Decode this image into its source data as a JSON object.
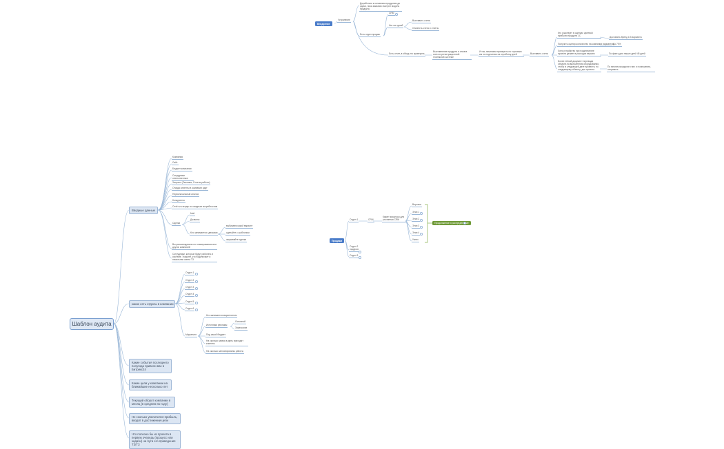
{
  "root": {
    "title": "Шаблон аудита"
  },
  "introduction": {
    "label": "Вводные данные",
    "items": [
      "Компания",
      "Сайт",
      "Бюджет компании",
      "Сотрудники ответственные",
      "Затраты (Реклама, Отчеты работы)",
      "Откуда клиенты в компании идут",
      "Первоначальный анализ",
      "Конкуренты",
      "Отчёт и стенды по сводным потребностям"
    ],
    "sales": {
      "label": "Сделки",
      "sub": [
        "Mail",
        "Дозвоны",
        "Кто занимается сделками"
      ],
      "cases": [
        "выбираем какой вариант",
        "сделайте с шаблоном",
        "закрывайте сделки"
      ]
    },
    "tail": [
      "Вы рекомендовали по планированию или других компаний",
      "Сотрудники, которые будут работать в системе. Укажите, кто подключает и начальная смета ТЗ"
    ]
  },
  "departments": {
    "label": "какие есть отделы в компании",
    "items": [
      "Отдел 1",
      "Отдел 2",
      "Отдел 3",
      "Отдел 4",
      "Отдел 5",
      "Отдел 6"
    ],
    "marketing": {
      "label": "Маркетинг",
      "items": [
        "Кто занимается маркетингом",
        "Источники рекламы",
        "Под какой бюджет",
        "На сколько заявок в день приходят клиенты",
        "На сколько запланированы работы"
      ],
      "sources": [
        "Основной",
        "Заказчиков"
      ]
    }
  },
  "questions": [
    "Какие события последнего полугода привели вас в Битрикс24",
    "Какие цели у компании на ближайшие несколько лет",
    "Текущий оборот компании в месяц (в среднем по году)",
    "Не сколько увеличился прибыль, вводят в достижении цели",
    "Что полезно бы из проекта в первую очередь (процесс или задачи) на пути его приведения ТЗ/ТЗ"
  ],
  "implementation": {
    "label": "Внедрение",
    "branch1": "Устранение",
    "branch1_notes": [
      "Доработать к основным продуктам до сдачи, пока заказчик смотрит модель продукта"
    ],
    "branch2": "Есть отдел продаж",
    "crm": "CRM",
    "no_crm": "Нет ни одной",
    "no_crm_items": [
      "Выставить счета",
      "Оплатить счета и отчеты"
    ],
    "branch3": "Есть отчет, в обход его проверить",
    "chain": [
      "Выставление продукта и оплата счета в регистрационной платежной системе",
      "И так, начинаем проверить по торговым им по подсчетам на отработку дней",
      "Выставить счета"
    ],
    "checks": [
      {
        "q": "Кто участвует в оценках целевой прибыли продукта 1С",
        "a": "Доставить бренд в 3 варианта"
      },
      {
        "q": "Получить оценку количество на компании вариантов",
        "a": "До 70%"
      },
      {
        "q": "Хотя устройство при подключение проекта делает в расходах версию",
        "a": "По факту для наших дней 45 дней"
      },
      {
        "q": "Более лёгкий документ перевода объекта на выполнения оборудования, чтобы в следующей дате провести, по следующему объекту, для проекта",
        "a": "По многим продукта в них и в смешении, отправить"
      }
    ]
  },
  "sales_block": {
    "label": "Продажи",
    "otdel_a": "Отдел 1",
    "otdel_b": "Отдел 2 лидеров",
    "otdel_c": "Отдел 3",
    "crm": "CRM",
    "question": "Какие процессы для уточнения CRM",
    "items": [
      "Воронка",
      "Этап 1",
      "Этап 2",
      "Этап 3",
      "Этап 4",
      "Успех"
    ],
    "result": "Продолжение и распределение"
  },
  "colors": {
    "line": "#9bb8d8",
    "root_fill": "#dfe8f5",
    "root_border": "#7a9fd0",
    "branch_fill": "#dce6f3",
    "header_fill": "#4a7cc9",
    "green": "#6f9a37",
    "text": "#555555"
  }
}
